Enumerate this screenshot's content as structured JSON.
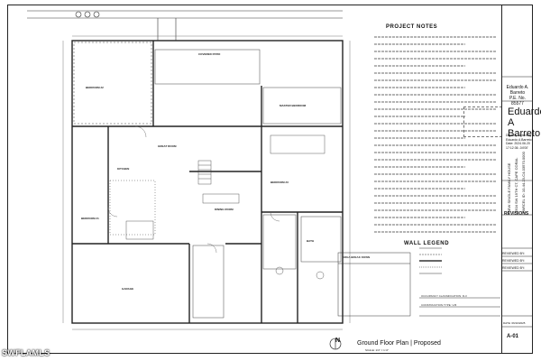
{
  "sheet": {
    "notes_title": "PROJECT NOTES",
    "legend_title": "WALL LEGEND",
    "plan_title": "Ground Floor Plan | Proposed",
    "scale_text": "SCALE: 1/4\" = 1'-0\"",
    "north_label": "N",
    "sheet_number": "A-01",
    "sheet_date": "DATE: 06/10/2025",
    "watermark": "SWFLAMLS"
  },
  "title_block": {
    "designer": "Eduardo A. Barreto",
    "designer_sub": "P.E. No. 85577",
    "signature_name_line1": "Eduardo",
    "signature_name_line2": "A Barreto",
    "signature_meta": [
      "Digitally signed by",
      "Eduardo A Barreto",
      "Date: 2024.06.20",
      "17:12:36 -04'00'"
    ],
    "project_lines": [
      "NEW SINGLE FAMILY HOUSE",
      "2504 SW 19TH CT, CAPE CORAL",
      "PARCEL ID: 10-44-23-C4-03570.0000"
    ],
    "revisions_title": "REVISIONS",
    "reviewed_rows": [
      "REVIEWED BY:",
      "REVIEWED BY:",
      "REVIEWED BY:"
    ]
  },
  "rooms": {
    "bedroom_1": "BEDROOM #1",
    "bedroom_2": "BEDROOM #2",
    "bedroom_3": "BEDROOM #3",
    "master_bedroom": "MASTER BEDROOM",
    "great_room": "GREAT ROOM",
    "kitchen": "KITCHEN",
    "dining": "DINING ROOM",
    "garage": "GARAGE",
    "porch": "COVERED PATIO",
    "bath": "BATH"
  },
  "keynotes": {
    "area_table_title": "AREA BREAK DOWN",
    "occupancy": "OCCUPANCY CLASSIFICATION: R-3",
    "construction": "CONSTRUCTION TYPE: V-B"
  }
}
